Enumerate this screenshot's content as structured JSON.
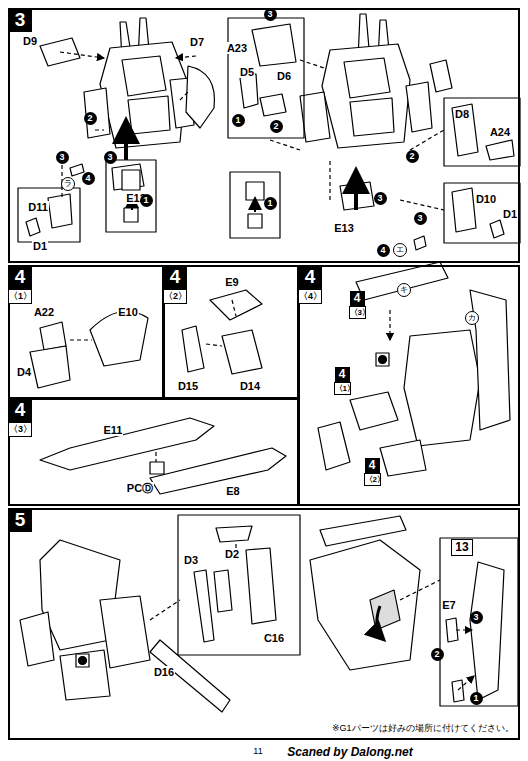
{
  "diagram": {
    "nodes": [
      {
        "text": [
          "3"
        ]
      },
      {
        "text": [
          "4",
          "〈1〉"
        ]
      },
      {
        "text": [
          "4",
          "〈2〉"
        ]
      },
      {
        "text": [
          "4",
          "〈3〉"
        ]
      },
      {
        "text": [
          "4",
          "〈4〉"
        ]
      },
      {
        "text": [
          "5"
        ]
      }
    ],
    "labels": [
      "D9",
      "D7",
      "2",
      "3",
      "3",
      "ラ",
      "4",
      "E12",
      "D11",
      "D1",
      "1",
      "A23",
      "3",
      "D6",
      "1",
      "2",
      "D5",
      "D8",
      "A24",
      "2",
      "3",
      "3",
      "E13",
      "4",
      "エ",
      "D10",
      "D1",
      "1",
      "A22",
      "E10",
      "D4",
      "E9",
      "D15",
      "D14",
      "E11",
      "PCⒹ",
      "E8",
      "キ",
      "カ",
      "4",
      "〈3〉",
      "4",
      "〈1〉",
      "4",
      "〈2〉",
      "D2",
      "D3",
      "C16",
      "D16",
      "13",
      "E7",
      "3",
      "2",
      "1",
      "※G1パーツは好みの場所に付けてください。",
      "11",
      "Scaned by Dalong.net"
    ]
  }
}
